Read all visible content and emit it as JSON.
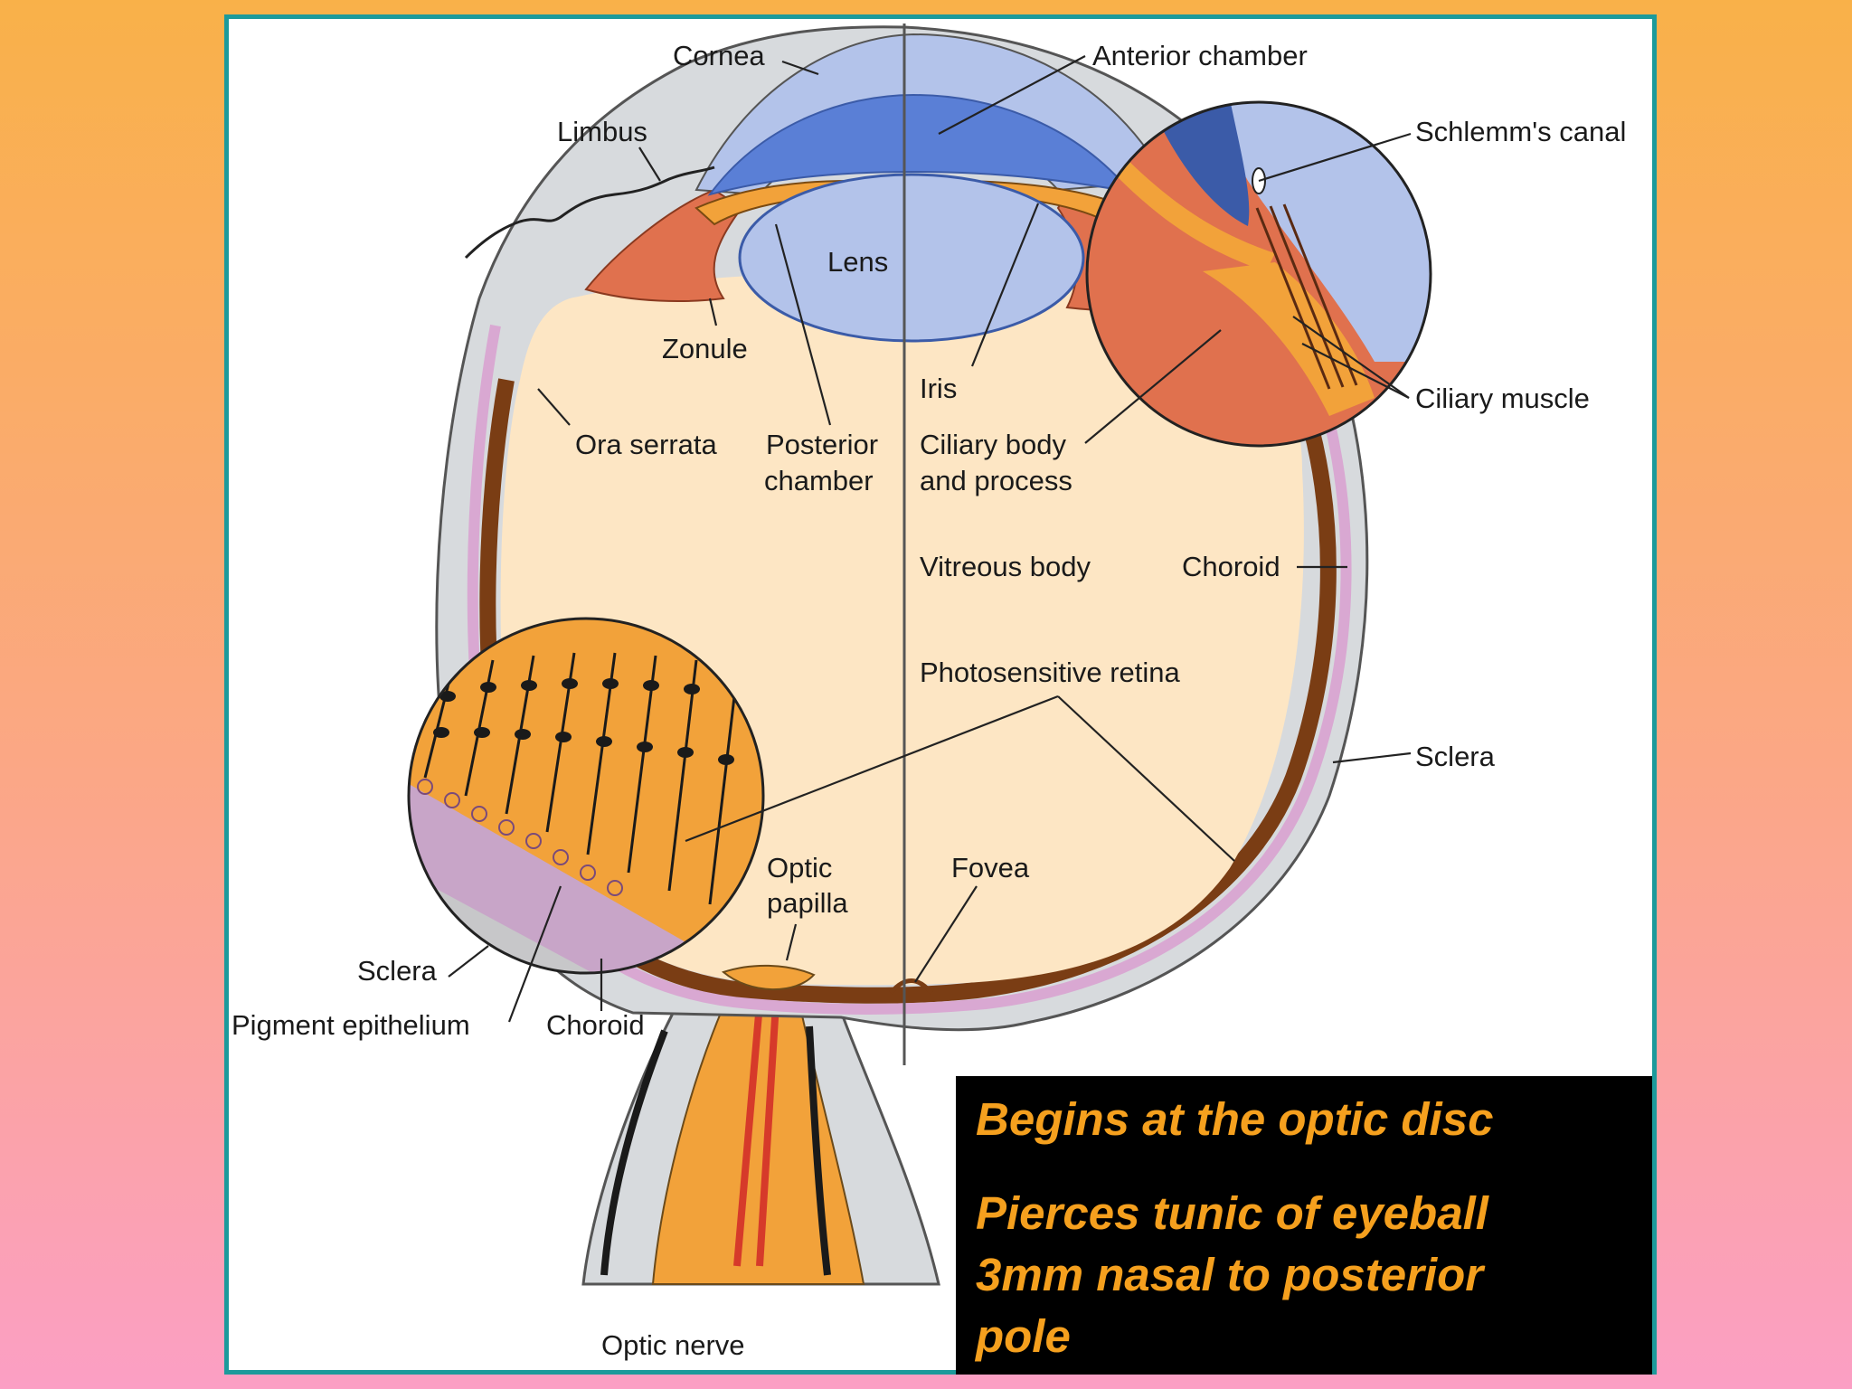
{
  "labels": {
    "cornea": "Cornea",
    "anterior_chamber": "Anterior chamber",
    "limbus": "Limbus",
    "schlemms_canal": "Schlemm's canal",
    "lens": "Lens",
    "zonule": "Zonule",
    "iris": "Iris",
    "ciliary_muscle": "Ciliary muscle",
    "ora_serrata": "Ora serrata",
    "posterior_chamber_1": "Posterior",
    "posterior_chamber_2": "chamber",
    "ciliary_body_1": "Ciliary body",
    "ciliary_body_2": "and process",
    "vitreous_body": "Vitreous body",
    "choroid_right": "Choroid",
    "photosensitive_retina": "Photosensitive retina",
    "sclera_right": "Sclera",
    "optic_papilla_1": "Optic",
    "optic_papilla_2": "papilla",
    "fovea": "Fovea",
    "sclera_left": "Sclera",
    "pigment_epithelium": "Pigment epithelium",
    "choroid_left": "Choroid",
    "optic_nerve": "Optic nerve"
  },
  "caption": {
    "line1": "Begins at the optic disc",
    "line2": "Pierces tunic of eyeball",
    "line3": "3mm nasal to posterior",
    "line4": "pole"
  },
  "colors": {
    "background_top": "#f9b149",
    "background_bottom": "#fb9fc4",
    "frame": "#1c9a9b",
    "caption_text": "#f5a01e",
    "caption_bg": "#000000",
    "sclera": "#d7dadd",
    "cornea": "#b3c3ea",
    "chamber": "#5a7fd6",
    "vitreous": "#fde6c4",
    "ciliary": "#e0714e",
    "iris": "#f2a23a",
    "choroid": "#8a4a1c",
    "retina_pink": "#d9a8d2"
  }
}
